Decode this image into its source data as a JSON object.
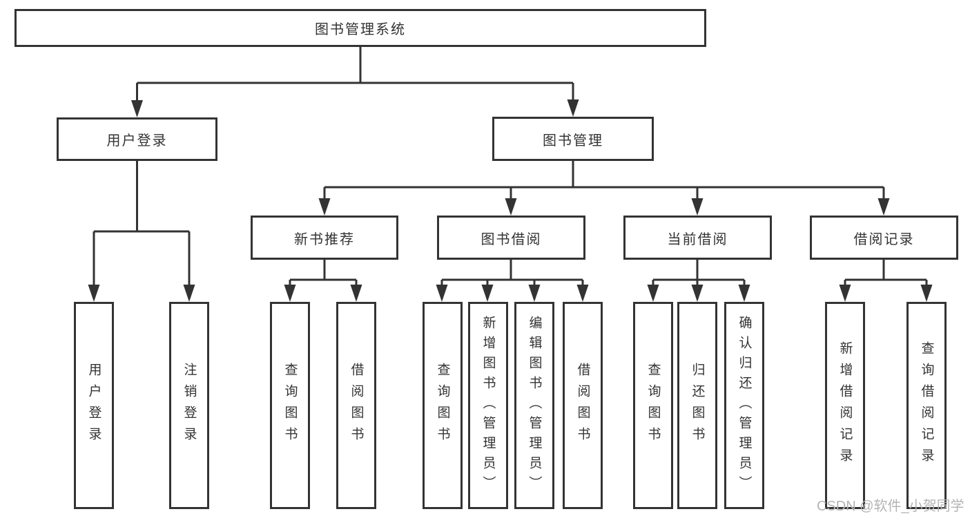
{
  "diagram": {
    "root": {
      "label": "图书管理系统"
    },
    "level2": [
      {
        "label": "用户登录"
      },
      {
        "label": "图书管理"
      }
    ],
    "level3": [
      {
        "label": "新书推荐",
        "parent": "图书管理"
      },
      {
        "label": "图书借阅",
        "parent": "图书管理"
      },
      {
        "label": "当前借阅",
        "parent": "图书管理"
      },
      {
        "label": "借阅记录",
        "parent": "图书管理"
      }
    ],
    "leaves": [
      {
        "label": "用户登录",
        "parent": "用户登录"
      },
      {
        "label": "注销登录",
        "parent": "用户登录"
      },
      {
        "label": "查询图书",
        "parent": "新书推荐"
      },
      {
        "label": "借阅图书",
        "parent": "新书推荐"
      },
      {
        "label": "查询图书",
        "parent": "图书借阅"
      },
      {
        "label": "新增图书（管理员）",
        "parent": "图书借阅"
      },
      {
        "label": "编辑图书（管理员）",
        "parent": "图书借阅"
      },
      {
        "label": "借阅图书",
        "parent": "图书借阅"
      },
      {
        "label": "查询图书",
        "parent": "当前借阅"
      },
      {
        "label": "归还图书",
        "parent": "当前借阅"
      },
      {
        "label": "确认归还（管理员）",
        "parent": "当前借阅"
      },
      {
        "label": "新增借阅记录",
        "parent": "借阅记录"
      },
      {
        "label": "查询借阅记录",
        "parent": "借阅记录"
      }
    ],
    "watermark": "CSDN @软件_小贺同学",
    "colors": {
      "line": "#333333",
      "text": "#333333",
      "background": "#ffffff",
      "watermark": "#b4b4b4"
    }
  }
}
